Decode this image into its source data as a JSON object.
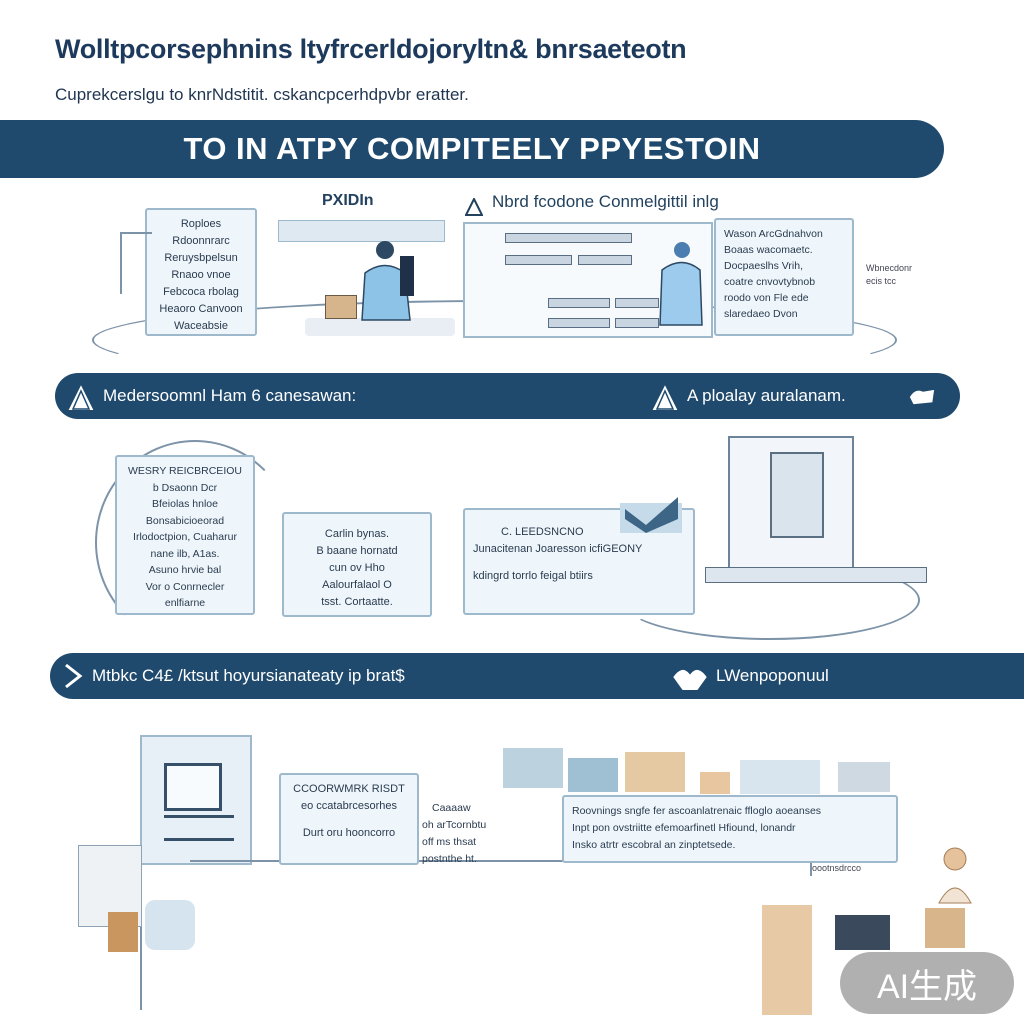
{
  "header": {
    "title": "Wolltpcorsephnins ltyfrcerldojoryltn& bnrsaeteotn",
    "subtitle": "Cuprekcerslgu to knrNdstitit. cskancpcerhdpvbr eratter."
  },
  "main_banner": "TO IN ATPY COMPITEELY PPYESTOIN",
  "section1": {
    "heading_left": "PXIDIn",
    "heading_right": "Nbrd fcodone Conmelgittil inlg",
    "card_left": [
      "Roploes",
      "Rdoonnrarc",
      "Reruysbpelsun",
      "Rnaoo vnoe",
      "Febcoca rbolag",
      "Heaoro Canvoon",
      "Waceabsie"
    ],
    "card_right": [
      "Wason ArcGdnahvon",
      "Boaas wacomaetc.",
      "Docpaeslhs Vrih,",
      "coatre cnvovtybnob",
      "roodo von Fle ede",
      "slaredaeo Dvon"
    ],
    "note_right": [
      "Wbnecdonr",
      "ecis tcc"
    ]
  },
  "band1": {
    "left_text": "Medersoomnl Ham 6  canesawan:",
    "right_text": "A ploalay auralanam."
  },
  "section2": {
    "card_a": [
      "WESRY REICBRCEIOU",
      "b Dsaonn Dcr",
      "Bfeiolas hnloe",
      "Bonsabicioeorad",
      "Irlodoctpion, Cuaharur",
      "nane ilb, A1as.",
      "Asuno hrvie bal",
      "Vor o Conrnecler",
      "enlfiarne"
    ],
    "card_b": [
      "Carlin bynas.",
      "B baane hornatd",
      "cun ov Hho",
      "Aalourfalaol O",
      "tsst. Cortaatte."
    ],
    "card_c": [
      "C. LEEDSNCNO",
      "Junacitenan Joaresson icfiGEONY",
      "kdingrd torrlo feigal btiirs"
    ]
  },
  "band2": {
    "left_text": "Mtbkc  C4£ /ktsut hoyursianateaty ip brat$",
    "right_text": "LWenpoponuul"
  },
  "section3": {
    "card_a": [
      "CCOORWMRK RISDT",
      "eo ccatabrcesorhes",
      "Durt oru hooncorro"
    ],
    "card_b": [
      "Caaaaw",
      "oh arTcornbtu",
      "off ms thsat",
      "postnthe ht."
    ],
    "card_c": [
      "Roovnings sngfe fer ascoanlatrenaic ffloglo aoeanses",
      "Inpt pon ovstriitte efemoarfinetl Hfiound, lonandr",
      "Insko atrtr escobral an zinptetsede."
    ],
    "note_c": "oootnsdrcco"
  },
  "watermark": "AI生成",
  "colors": {
    "banner": "#1f4a6e",
    "card_fill": "#eef6fb",
    "card_border": "#9fb9cc",
    "title_text": "#1d3a5c"
  }
}
